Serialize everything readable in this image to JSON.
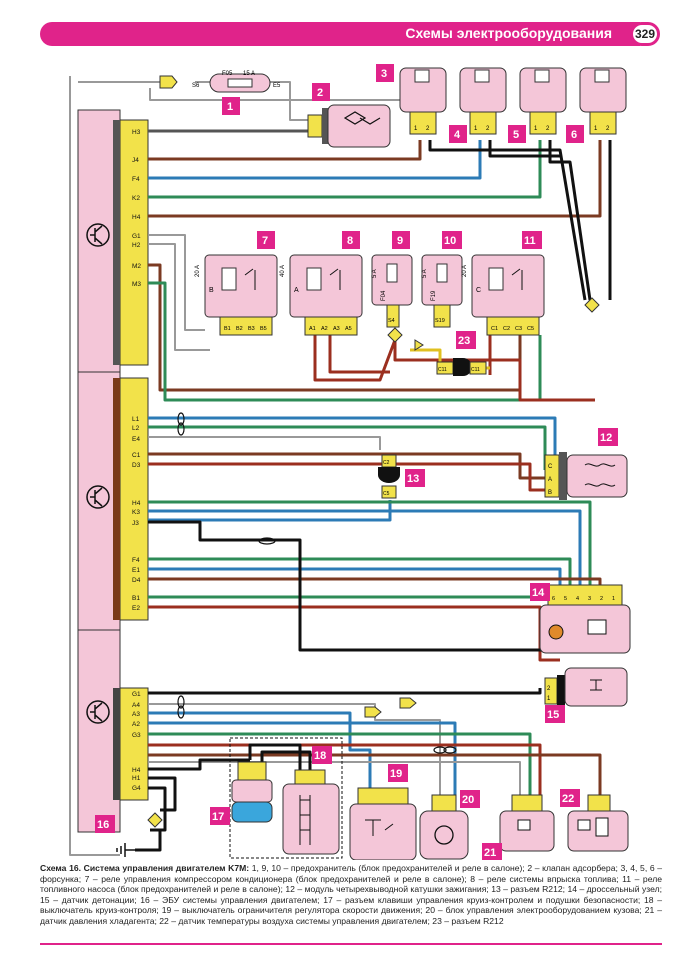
{
  "header": {
    "title": "Схемы электрооборудования",
    "page_number": "329"
  },
  "fuse_block": {
    "fuse_label": "F05",
    "fuse_rating": "15 A",
    "conn_left": "S6",
    "conn_right": "E5"
  },
  "device_numbers": [
    "1",
    "2",
    "3",
    "4",
    "5",
    "6",
    "7",
    "8",
    "9",
    "10",
    "11",
    "12",
    "13",
    "14",
    "15",
    "16",
    "17",
    "18",
    "19",
    "20",
    "21",
    "22",
    "23"
  ],
  "ecu_pins_block1": [
    "H3",
    "J4",
    "F4",
    "K2",
    "H4",
    "G1",
    "H2",
    "M2",
    "M3"
  ],
  "ecu_pins_block2": [
    "L1",
    "L2",
    "E4",
    "C1",
    "D3",
    "H4",
    "K3",
    "J3",
    "F4",
    "E1",
    "D4",
    "B1",
    "E2"
  ],
  "ecu_pins_block3": [
    "G1",
    "A4",
    "A3",
    "A2",
    "G3",
    "H4",
    "H1",
    "G4"
  ],
  "relays": [
    {
      "id": "7",
      "rating": "20 A",
      "letter": "B",
      "pins": [
        "B1",
        "B2",
        "B3",
        "B5"
      ]
    },
    {
      "id": "8",
      "rating": "40 A",
      "letter": "A",
      "pins": [
        "A1",
        "A2",
        "A3",
        "A5"
      ]
    },
    {
      "id": "11",
      "rating": "20 A",
      "letter": "C",
      "pins": [
        "C1",
        "C2",
        "C3",
        "C5"
      ]
    }
  ],
  "fuses": [
    {
      "id": "9",
      "rating": "5 A",
      "label": "F04",
      "conn": "S4"
    },
    {
      "id": "10",
      "rating": "5 A",
      "label": "F19",
      "conn": "S19"
    }
  ],
  "ignition_coil_pins": [
    "C",
    "A",
    "B"
  ],
  "connector_13_pins": [
    "C2",
    "C5"
  ],
  "connector_23_pins": [
    "C11",
    "C11"
  ],
  "throttle_pins": [
    "6",
    "5",
    "4",
    "3",
    "2",
    "1"
  ],
  "knock_sensor_pins": [
    "2",
    "1"
  ],
  "injector_pins": [
    "1",
    "2"
  ],
  "caption": {
    "title": "Схема 16. Система управления двигателем K7M:",
    "text": " 1, 9, 10 – предохранитель (блок предохранителей и реле в салоне); 2 – клапан адсорбера; 3, 4, 5, 6 – форсунка; 7 – реле управления компрессором кондиционера (блок предохранителей и реле в салоне); 8 – реле системы впрыска топлива; 11 – реле топливного насоса (блок предохранителей и реле в салоне); 12 – модуль четырехвыводной катушки зажигания; 13 – разъем R212; 14 – дроссельный узел; 15 – датчик детонации; 16 – ЭБУ системы управления двигателем; 17 – разъем клавиши управления круиз-контролем и подушки безопасности; 18 – выключатель круиз-контроля; 19 – выключатель ограничителя регулятора скорости движения; 20 – блок управления электрооборудованием кузова; 21 – датчик давления хладагента; 22 – датчик температуры воздуха системы управления двигателем; 23 – разъем R212"
  }
}
